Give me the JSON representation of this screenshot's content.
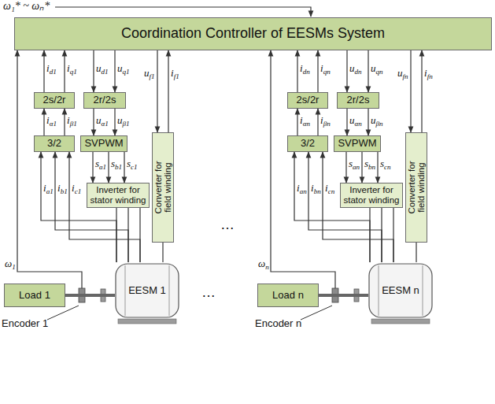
{
  "diagram": {
    "nodes": [
      {
        "text": [
          "Coordination Controller of EESMs System"
        ]
      },
      {
        "text": [
          "2s/2r"
        ]
      },
      {
        "text": [
          "2r/2s"
        ]
      },
      {
        "text": [
          "3/2"
        ]
      },
      {
        "text": [
          "SVPWM"
        ]
      },
      {
        "text": [
          "Inverter for stator winding"
        ]
      },
      {
        "text": [
          "Converter for field winding"
        ]
      },
      {
        "text": [
          "EESM 1"
        ]
      },
      {
        "text": [
          "Load 1"
        ]
      },
      {
        "text": [
          "2s/2r"
        ]
      },
      {
        "text": [
          "2r/2s"
        ]
      },
      {
        "text": [
          "3/2"
        ]
      },
      {
        "text": [
          "SVPWM"
        ]
      },
      {
        "text": [
          "Inverter for stator winding"
        ]
      },
      {
        "text": [
          "Converter for field winding"
        ]
      },
      {
        "text": [
          "EESM n"
        ]
      },
      {
        "text": [
          "Load n"
        ]
      }
    ],
    "edges": [
      {
        "from": 1,
        "to": 0,
        "arrow": "to",
        "label": "id1"
      },
      {
        "from": 1,
        "to": 0,
        "arrow": "to",
        "label": "iq1"
      },
      {
        "from": 0,
        "to": 2,
        "arrow": "to",
        "label": "ud1"
      },
      {
        "from": 0,
        "to": 2,
        "arrow": "to",
        "label": "uq1"
      },
      {
        "from": 3,
        "to": 1,
        "arrow": "to",
        "label": "iα1"
      },
      {
        "from": 3,
        "to": 1,
        "arrow": "to",
        "label": "iβ1"
      },
      {
        "from": 2,
        "to": 4,
        "arrow": "to",
        "label": "uα1"
      },
      {
        "from": 2,
        "to": 4,
        "arrow": "to",
        "label": "uβ1"
      },
      {
        "from": 4,
        "to": 5,
        "arrow": "to",
        "label": "sa1"
      },
      {
        "from": 4,
        "to": 5,
        "arrow": "to",
        "label": "sb1"
      },
      {
        "from": 4,
        "to": 5,
        "arrow": "to",
        "label": "sc1"
      },
      {
        "from": 0,
        "to": 6,
        "arrow": "to",
        "label": "uf1"
      },
      {
        "from": 6,
        "to": 0,
        "arrow": "to",
        "label": "if1"
      },
      {
        "from": 5,
        "to": 7,
        "arrow": "none"
      },
      {
        "from": 7,
        "to": 3,
        "arrow": "to",
        "label": "ia1"
      },
      {
        "from": 7,
        "to": 3,
        "arrow": "to",
        "label": "ib1"
      },
      {
        "from": 7,
        "to": 3,
        "arrow": "to",
        "label": "ic1"
      },
      {
        "from": 6,
        "to": 7,
        "arrow": "none"
      },
      {
        "from": 7,
        "to": 0,
        "arrow": "to",
        "label": "ω1"
      },
      {
        "from": 8,
        "to": 7,
        "arrow": "none"
      },
      {
        "from": 9,
        "to": 0,
        "arrow": "to",
        "label": "idn"
      },
      {
        "from": 9,
        "to": 0,
        "arrow": "to",
        "label": "iqn"
      },
      {
        "from": 0,
        "to": 10,
        "arrow": "to",
        "label": "udn"
      },
      {
        "from": 0,
        "to": 10,
        "arrow": "to",
        "label": "uqn"
      },
      {
        "from": 11,
        "to": 9,
        "arrow": "to",
        "label": "iαn"
      },
      {
        "from": 11,
        "to": 9,
        "arrow": "to",
        "label": "iβn"
      },
      {
        "from": 10,
        "to": 12,
        "arrow": "to",
        "label": "uαn"
      },
      {
        "from": 10,
        "to": 12,
        "arrow": "to",
        "label": "uβn"
      },
      {
        "from": 12,
        "to": 13,
        "arrow": "to",
        "label": "san"
      },
      {
        "from": 12,
        "to": 13,
        "arrow": "to",
        "label": "sbn"
      },
      {
        "from": 12,
        "to": 13,
        "arrow": "to",
        "label": "scn"
      },
      {
        "from": 0,
        "to": 14,
        "arrow": "to",
        "label": "ufn"
      },
      {
        "from": 14,
        "to": 0,
        "arrow": "to",
        "label": "ifn"
      },
      {
        "from": 13,
        "to": 15,
        "arrow": "none"
      },
      {
        "from": 15,
        "to": 11,
        "arrow": "to",
        "label": "ian"
      },
      {
        "from": 15,
        "to": 11,
        "arrow": "to",
        "label": "ibn"
      },
      {
        "from": 15,
        "to": 11,
        "arrow": "to",
        "label": "icn"
      },
      {
        "from": 14,
        "to": 15,
        "arrow": "none"
      },
      {
        "from": 15,
        "to": 0,
        "arrow": "to",
        "label": "ωn"
      },
      {
        "from": 16,
        "to": 15,
        "arrow": "none"
      }
    ],
    "labels": [
      "ω₁* ~ ωₙ*",
      "…",
      "…",
      "Encoder 1",
      "Encoder n"
    ]
  }
}
